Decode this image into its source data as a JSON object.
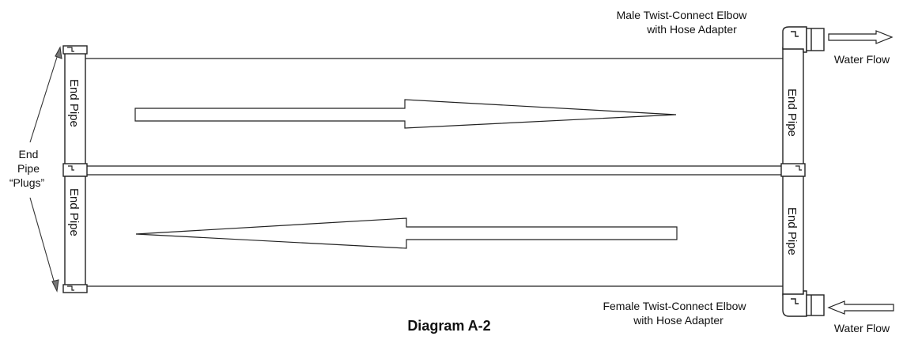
{
  "diagram": {
    "title": "Diagram A-2",
    "end_pipe_label": "End Pipe",
    "plugs_label": {
      "line1": "End",
      "line2": "Pipe",
      "line3": "“Plugs”"
    },
    "male_elbow": {
      "line1": "Male Twist-Connect Elbow",
      "line2": "with Hose Adapter"
    },
    "female_elbow": {
      "line1": "Female Twist-Connect Elbow",
      "line2": "with Hose Adapter"
    },
    "water_flow_top": "Water Flow",
    "water_flow_bottom": "Water Flow"
  }
}
